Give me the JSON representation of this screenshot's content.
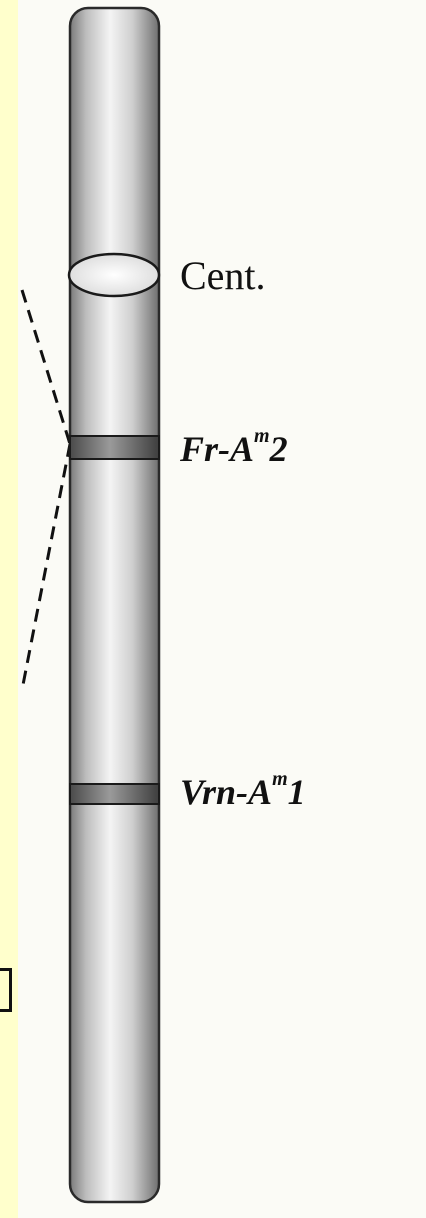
{
  "diagram": {
    "type": "chromosome-map",
    "centromere_label": "Cent.",
    "loci": [
      {
        "id": "fr",
        "name": "Fr-A",
        "superscript": "m",
        "suffix": "2"
      },
      {
        "id": "vrn",
        "name": "Vrn-A",
        "superscript": "m",
        "suffix": "1"
      }
    ]
  }
}
